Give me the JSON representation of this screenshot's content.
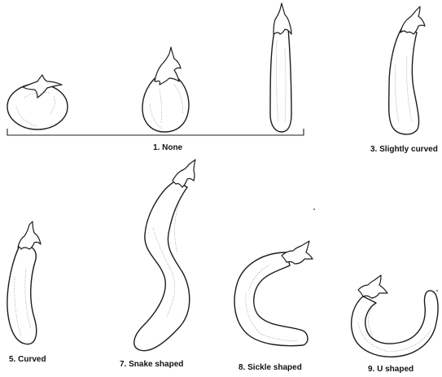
{
  "labels": {
    "none": "1. None",
    "slightly_curved": "3. Slightly curved",
    "curved": "5. Curved",
    "snake": "7. Snake shaped",
    "sickle": "8. Sickle shaped",
    "u": "9. U shaped"
  }
}
